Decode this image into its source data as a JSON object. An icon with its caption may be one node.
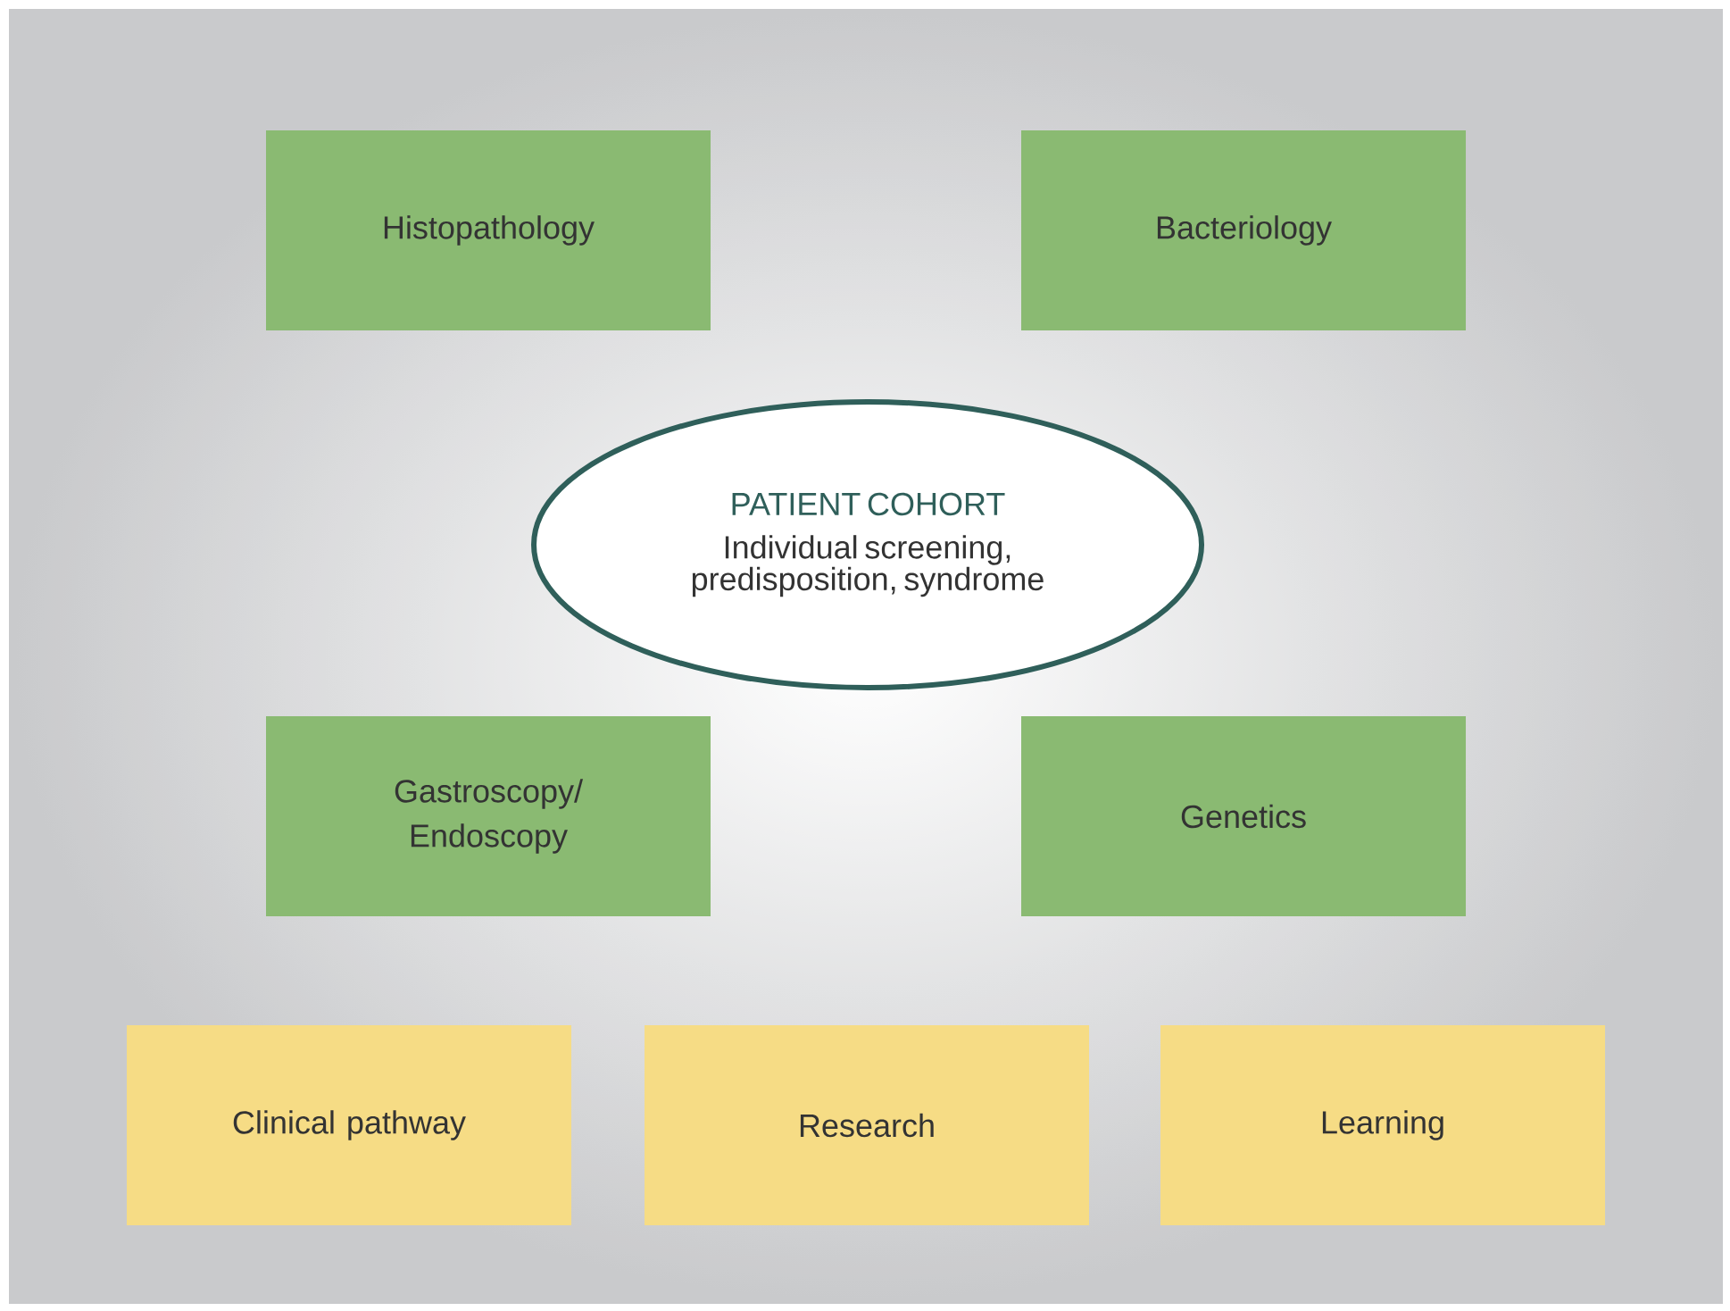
{
  "diagram": {
    "nodes": [
      {
        "text": [
          "Histopathology"
        ]
      },
      {
        "text": [
          "Bacteriology"
        ]
      },
      {
        "text": [
          "PATIENT COHORT",
          "Individual screening, predisposition, syndrome"
        ]
      },
      {
        "text": [
          "Gastroscopy/ Endoscopy"
        ]
      },
      {
        "text": [
          "Genetics"
        ]
      },
      {
        "text": [
          "Clinical pathway"
        ]
      },
      {
        "text": [
          "Research"
        ]
      },
      {
        "text": [
          "Learning"
        ]
      }
    ]
  }
}
